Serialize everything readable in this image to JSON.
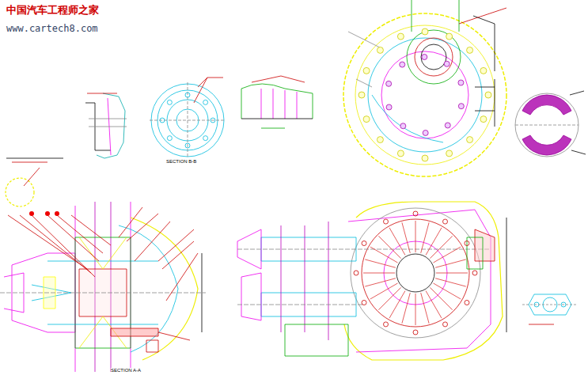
{
  "diagram": {
    "labels": [
      "中国汽车工程师之家",
      "www.cartech8.com",
      "SECTION B-B",
      "SECTION A-A"
    ]
  }
}
